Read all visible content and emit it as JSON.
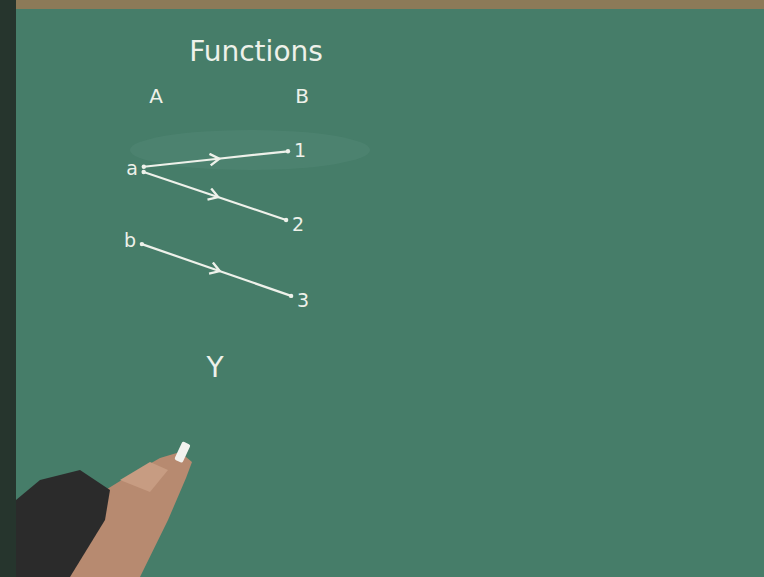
{
  "diagram": {
    "title": "Functions",
    "nodes": [
      {
        "text": [
          "a"
        ]
      },
      {
        "text": [
          "b"
        ]
      },
      {
        "text": [
          "1"
        ]
      },
      {
        "text": [
          "2"
        ]
      },
      {
        "text": [
          "3"
        ]
      }
    ],
    "edges": [
      {
        "from": 0,
        "to": 2,
        "arrow": "to"
      },
      {
        "from": 0,
        "to": 3,
        "arrow": "to"
      },
      {
        "from": 1,
        "to": 4,
        "arrow": "to"
      }
    ],
    "labels": [
      "A",
      "B",
      "Y"
    ]
  }
}
